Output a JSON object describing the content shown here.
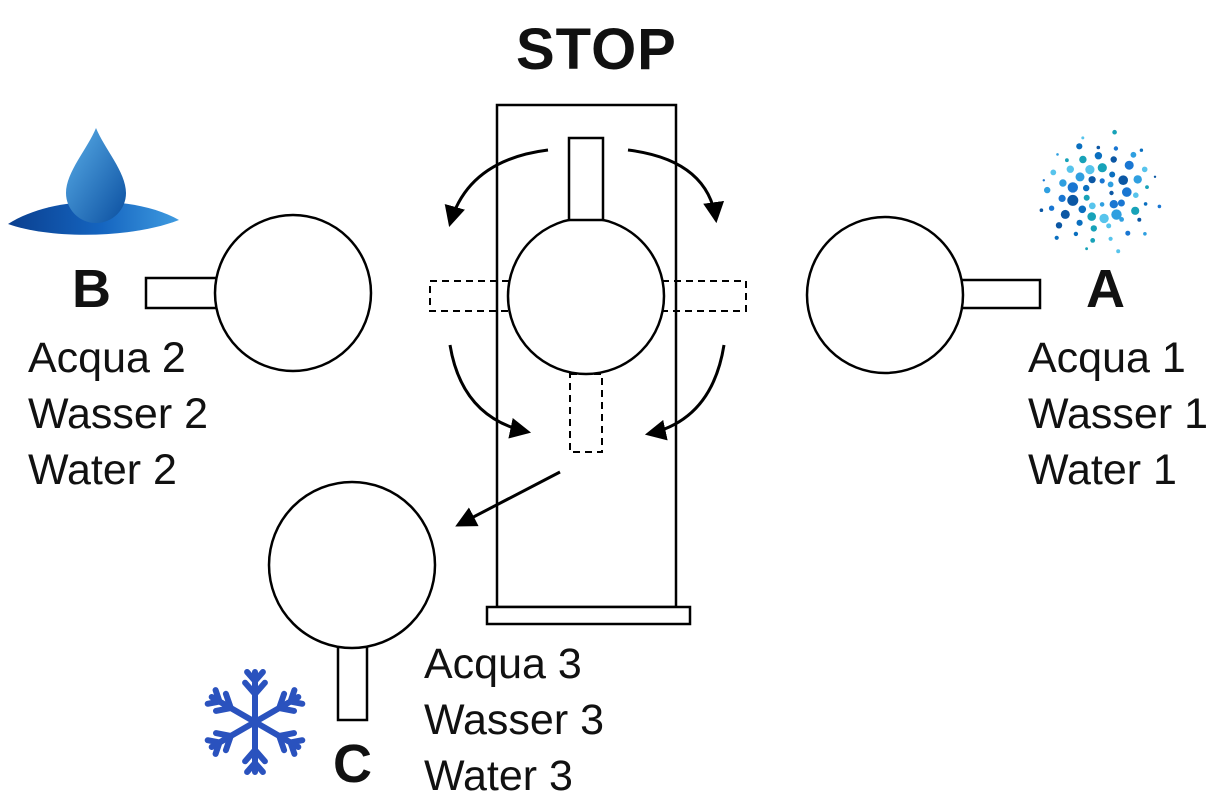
{
  "title": {
    "stop": "STOP"
  },
  "positions": {
    "a": {
      "letter": "A",
      "lines": [
        "Acqua 1",
        "Wasser 1",
        "Water 1"
      ],
      "icon": "spray-icon"
    },
    "b": {
      "letter": "B",
      "lines": [
        "Acqua 2",
        "Wasser 2",
        "Water 2"
      ],
      "icon": "water-drop-icon"
    },
    "c": {
      "letter": "C",
      "lines": [
        "Acqua 3",
        "Wasser 3",
        "Water 3"
      ],
      "icon": "snowflake-icon"
    }
  },
  "icons": {
    "water_drop": "water-drop-icon",
    "spray": "spray-icon",
    "snowflake": "snowflake-icon"
  },
  "colors": {
    "line": "#000000",
    "drop_blue_dark": "#0b4fa0",
    "drop_blue_light": "#5aaee8",
    "spray_blue": "#1976d2",
    "snowflake_blue": "#2a52be"
  }
}
